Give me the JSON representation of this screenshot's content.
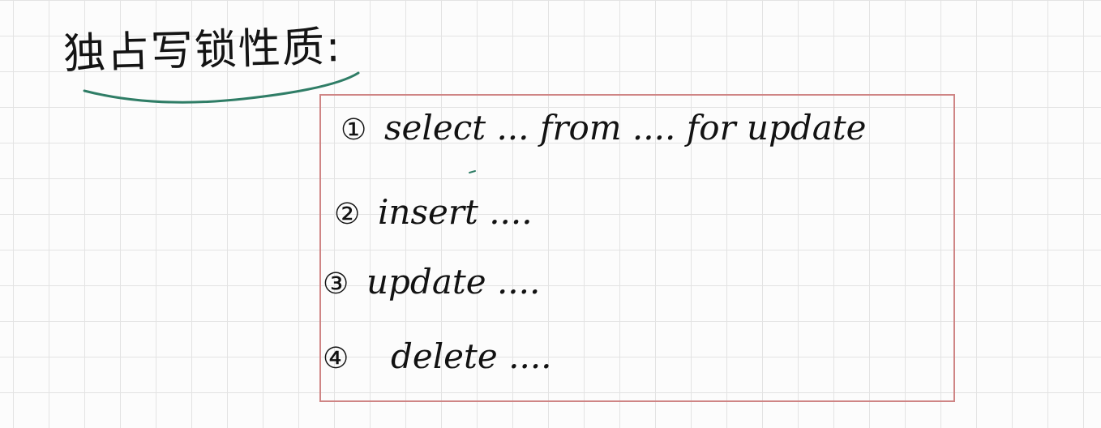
{
  "heading": {
    "text": "独占写锁性质:"
  },
  "list": {
    "items": [
      {
        "number": "①",
        "text": "select ... from .... for update"
      },
      {
        "number": "②",
        "text": "insert ...."
      },
      {
        "number": "③",
        "text": "update ...."
      },
      {
        "number": "④",
        "text": "delete ...."
      }
    ]
  },
  "colors": {
    "ink": "#121212",
    "underline": "#2f7d66",
    "frame_border": "#cf8585",
    "grid_line": "#e3e3e3",
    "paper": "#fcfcfc"
  }
}
